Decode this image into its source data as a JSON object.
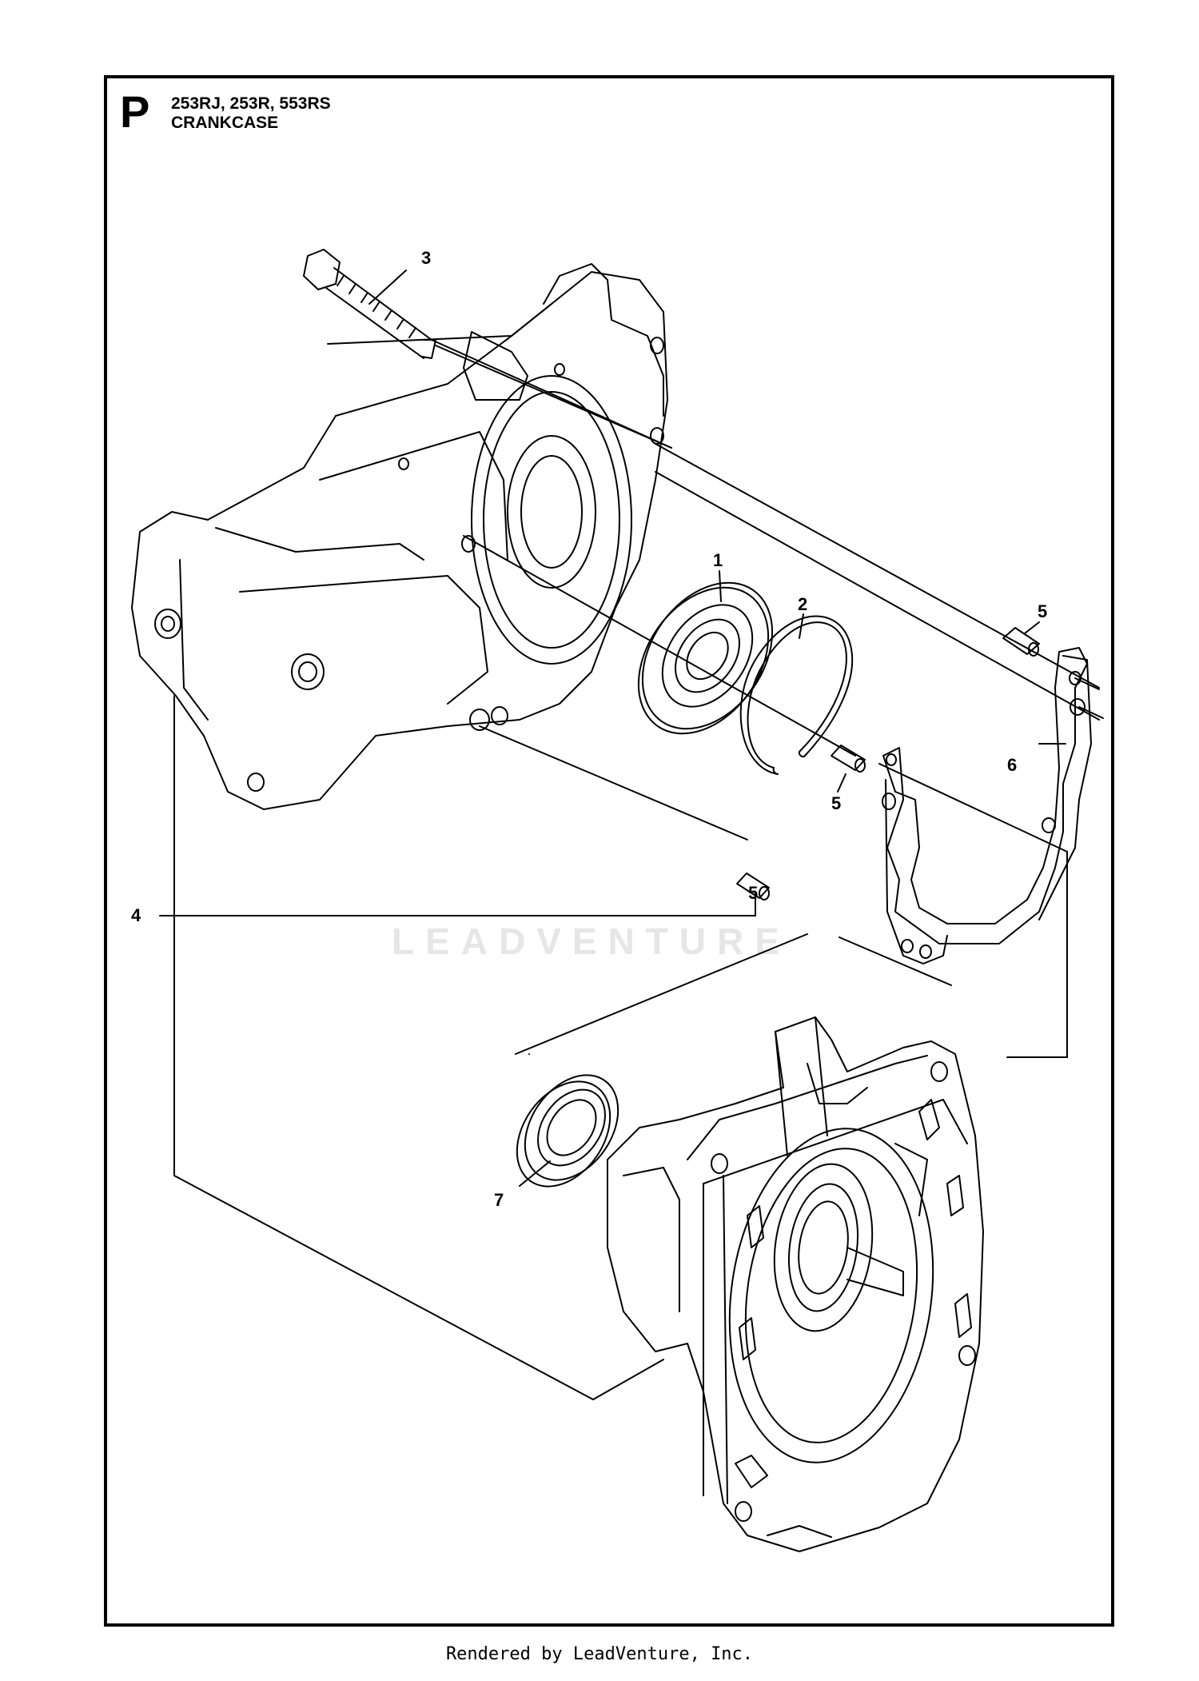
{
  "header": {
    "section_letter": "P",
    "models": "253RJ, 253R, 553RS",
    "title": "CRANKCASE"
  },
  "callouts": [
    {
      "id": "1",
      "label": "1"
    },
    {
      "id": "2",
      "label": "2"
    },
    {
      "id": "3",
      "label": "3"
    },
    {
      "id": "4",
      "label": "4"
    },
    {
      "id": "5a",
      "label": "5"
    },
    {
      "id": "5b",
      "label": "5"
    },
    {
      "id": "5c",
      "label": "5"
    },
    {
      "id": "6",
      "label": "6"
    },
    {
      "id": "7",
      "label": "7"
    }
  ],
  "watermark": "LEADVENTURE",
  "footer": "Rendered by LeadVenture, Inc.",
  "colors": {
    "line": "#000000",
    "background": "#ffffff",
    "watermark": "#e6e6e6"
  }
}
